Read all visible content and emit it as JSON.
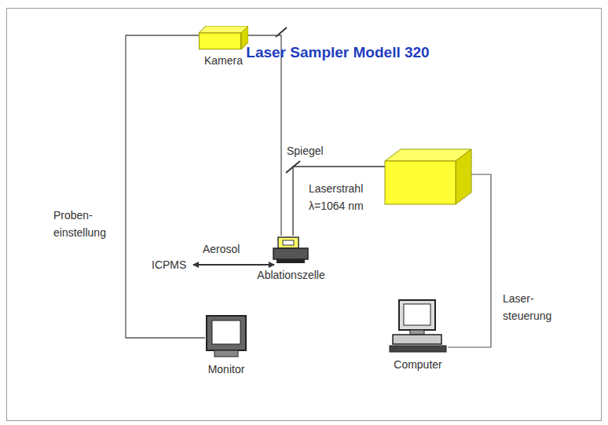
{
  "diagram": {
    "title": "Laser Sampler Modell 320",
    "nodes": [
      {
        "text": [
          "Kamera"
        ]
      },
      {
        "text": [
          "Ablationszelle"
        ]
      },
      {
        "text": [
          "Monitor"
        ]
      },
      {
        "text": [
          "Computer"
        ]
      }
    ],
    "edges": [
      {
        "from": 0,
        "to": 2,
        "arrow": "none",
        "label": "Proben- einstellung"
      },
      {
        "from": 0,
        "to": 1,
        "arrow": "none"
      }
    ],
    "labels": [
      "Spiegel",
      "Laserstrahl λ=1064 nm",
      "Aerosol",
      "ICPMS",
      "Laser- steuerung"
    ]
  }
}
